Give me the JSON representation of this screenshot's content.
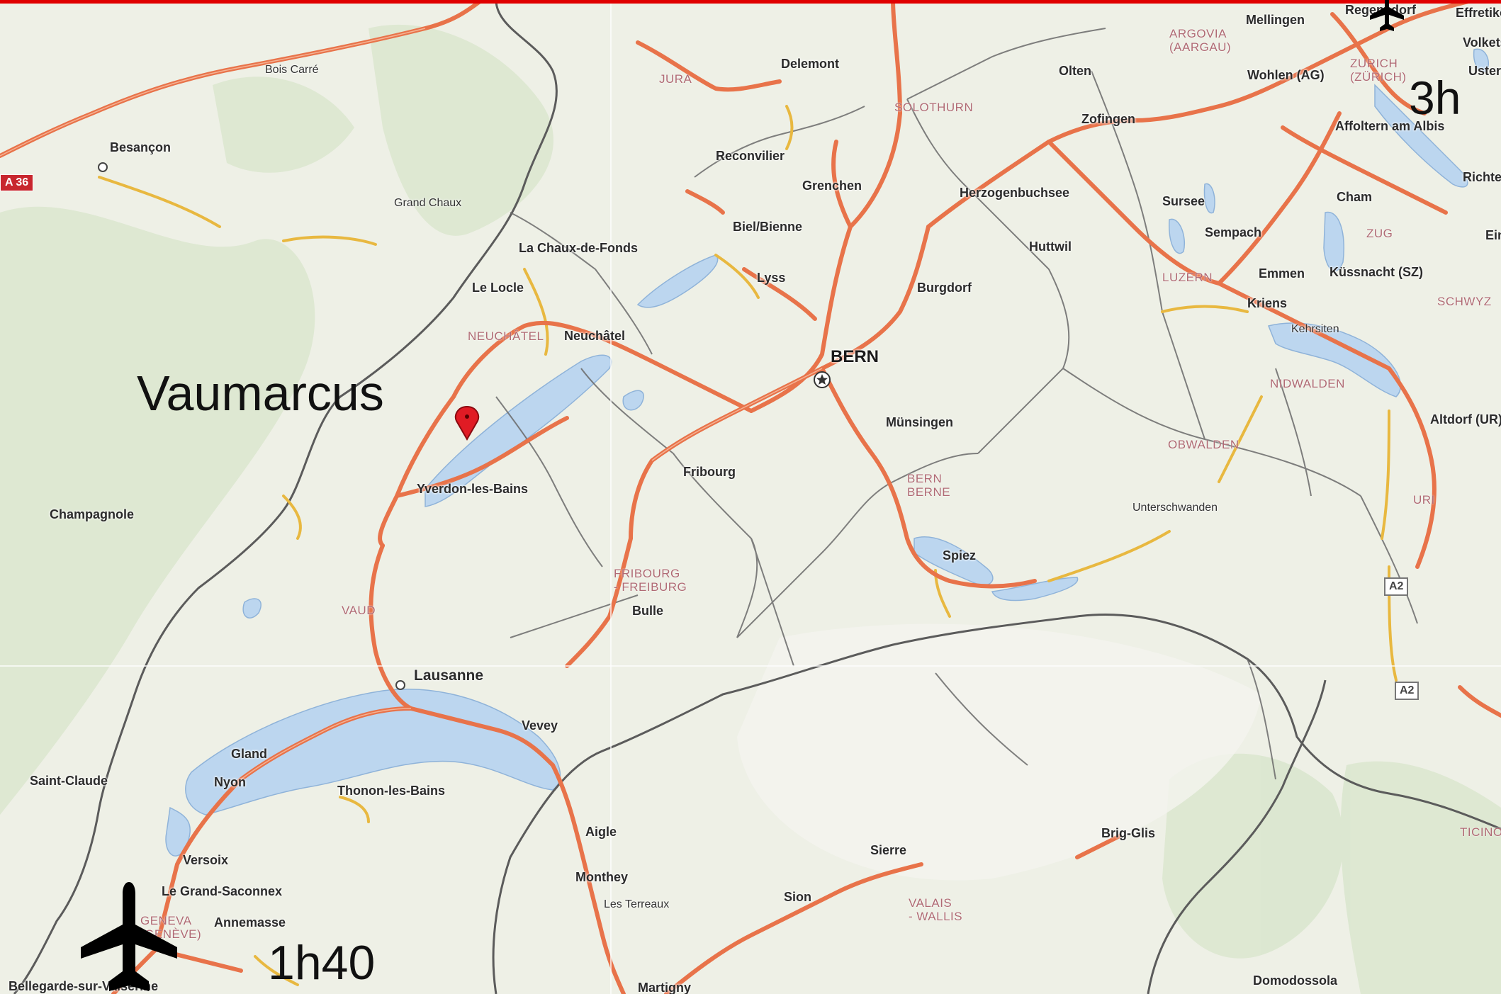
{
  "overlay": {
    "destination": "Vaumarcus",
    "time_geneva": "1h40",
    "time_zurich": "3h"
  },
  "colors": {
    "road": "#e8734a",
    "road_minor": "#e8b840",
    "lake": "#bcd6ef",
    "border": "#555555",
    "marker": "#e01b24",
    "top_bar": "#e00000"
  },
  "icons": [
    "airplane-icon",
    "location-marker-icon"
  ],
  "shields": {
    "a36": "A 36",
    "a2_1": "A2",
    "a2_2": "A2"
  },
  "capital": "BERN",
  "cities": {
    "besancon": "Besançon",
    "bois_carre": "Bois Carré",
    "grand_chaux": "Grand Chaux",
    "la_chaux": "La Chaux-de-Fonds",
    "le_locle": "Le Locle",
    "neuchatel": "Neuchâtel",
    "yverdon": "Yverdon-les-Bains",
    "champagnole": "Champagnole",
    "lausanne": "Lausanne",
    "vevey": "Vevey",
    "gland": "Gland",
    "nyon": "Nyon",
    "thonon": "Thonon-les-Bains",
    "saint_claude": "Saint-Claude",
    "versoix": "Versoix",
    "grand_saconnex": "Le Grand-Saconnex",
    "annemasse": "Annemasse",
    "bellegarde": "Bellegarde-sur-Valserine",
    "aigle": "Aigle",
    "monthey": "Monthey",
    "les_terreaux": "Les Terreaux",
    "martigny": "Martigny",
    "sion": "Sion",
    "sierre": "Sierre",
    "brig": "Brig-Glis",
    "domodossola": "Domodossola",
    "bulle": "Bulle",
    "fribourg": "Fribourg",
    "munsingen": "Münsingen",
    "spiez": "Spiez",
    "burgdorf": "Burgdorf",
    "lyss": "Lyss",
    "biel": "Biel/Bienne",
    "grenchen": "Grenchen",
    "reconvilier": "Reconvilier",
    "delemont": "Delemont",
    "herzogenbuchsee": "Herzogenbuchsee",
    "huttwil": "Huttwil",
    "olten": "Olten",
    "zofingen": "Zofingen",
    "sursee": "Sursee",
    "sempach": "Sempach",
    "emmen": "Emmen",
    "kriens": "Kriens",
    "kehrsiten": "Kehrsiten",
    "kussnacht": "Küssnacht (SZ)",
    "cham": "Cham",
    "affoltern": "Affoltern am Albis",
    "wohlen": "Wohlen (AG)",
    "mellingen": "Mellingen",
    "regensdorf": "Regensdorf",
    "effretikon": "Effretiko",
    "volketswil": "Volketsw",
    "uster": "Uster",
    "richterswil": "Richter",
    "einsiedeln": "Ein",
    "altdorf": "Altdorf (UR)",
    "unterschwanden": "Unterschwanden"
  },
  "cantons": {
    "jura": "JURA",
    "solothurn": "SOLOTHURN",
    "argovia": "ARGOVIA\n(AARGAU)",
    "zurich": "ZURICH\n(ZÜRICH)",
    "zug": "ZUG",
    "luzern": "LUZERN",
    "schwyz": "SCHWYZ",
    "nidwalden": "NIDWALDEN",
    "obwalden": "OBWALDEN",
    "uri": "URI",
    "bern": "BERN\nBERNE",
    "fribourg": "FRIBOURG\n- FREIBURG",
    "neuchatel": "NEUCHÂTEL",
    "vaud": "VAUD",
    "geneva": "GENEVA\n(GENÈVE)",
    "valais": "VALAIS\n- WALLIS",
    "ticino": "TICINO"
  }
}
